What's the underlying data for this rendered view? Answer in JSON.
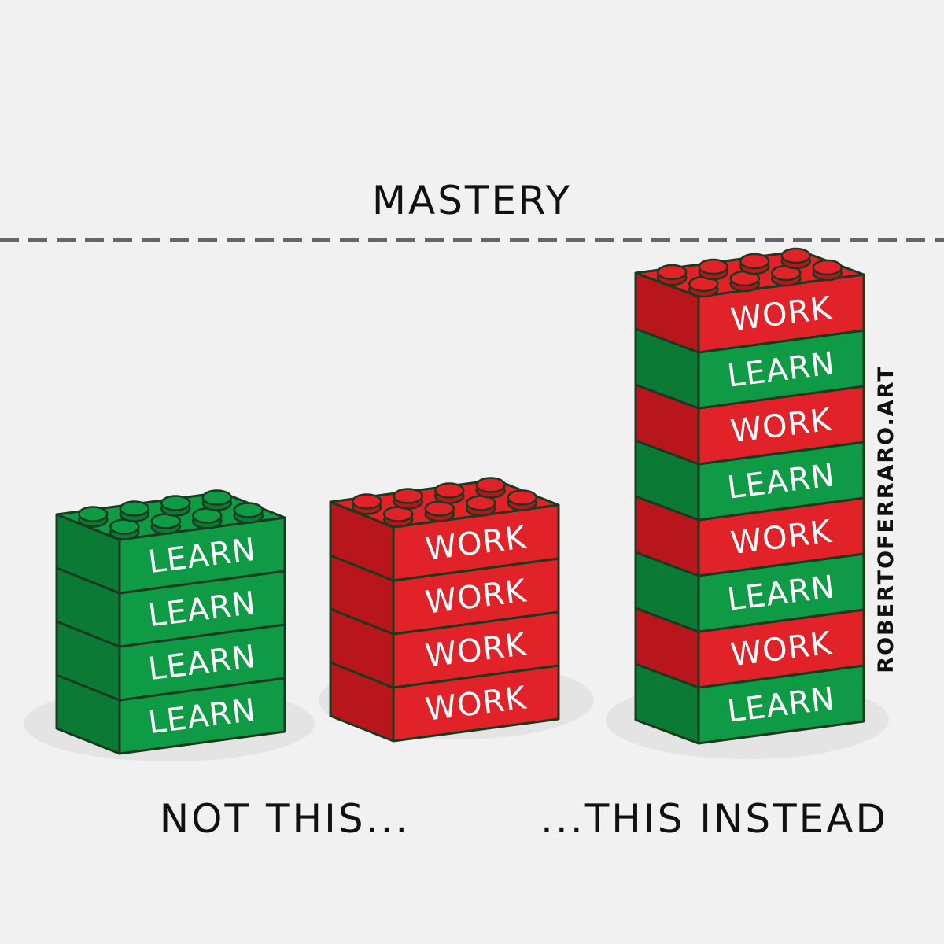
{
  "labels": {
    "mastery": "MASTERY",
    "not_this": "NOT THIS...",
    "this_instead": "...THIS INSTEAD",
    "credit": "ROBERTOFERRARO.ART"
  },
  "colors": {
    "background": "#f1f1f1",
    "learn_brick": "#0f9a45",
    "learn_brick_dark": "#0a7a35",
    "work_brick": "#e12229",
    "work_brick_dark": "#b8161c",
    "outline": "#1a3a20",
    "mastery_line": "#666666"
  },
  "stacks": [
    {
      "name": "learn-stack",
      "bricks": [
        "LEARN",
        "LEARN",
        "LEARN",
        "LEARN"
      ]
    },
    {
      "name": "work-stack",
      "bricks": [
        "WORK",
        "WORK",
        "WORK",
        "WORK"
      ]
    },
    {
      "name": "mixed-stack",
      "bricks": [
        "LEARN",
        "WORK",
        "LEARN",
        "WORK",
        "LEARN",
        "WORK",
        "LEARN",
        "WORK"
      ]
    }
  ]
}
